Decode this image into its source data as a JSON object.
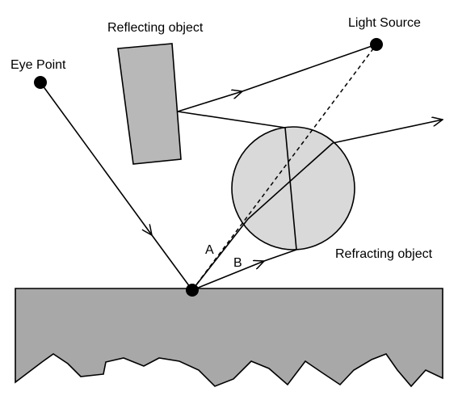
{
  "labels": {
    "reflecting_object": "Reflecting object",
    "light_source": "Light Source",
    "eye_point": "Eye Point",
    "refracting_object": "Refracting object",
    "ray_a": "A",
    "ray_b": "B"
  },
  "colors": {
    "object_fill": "#b8b8b8",
    "sphere_fill": "#d9d9d9",
    "ground_fill": "#a8a8a8",
    "stroke": "#000000"
  }
}
